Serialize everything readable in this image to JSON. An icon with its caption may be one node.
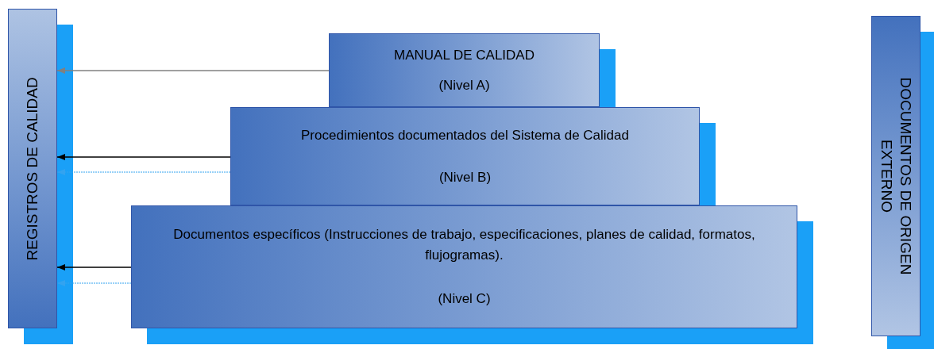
{
  "diagram": {
    "nodes": [
      {
        "text": [
          "REGISTROS DE CALIDAD"
        ]
      },
      {
        "text": [
          "MANUAL DE CALIDAD",
          "(Nivel A)"
        ]
      },
      {
        "text": [
          "Procedimientos documentados del Sistema de Calidad",
          "(Nivel B)"
        ]
      },
      {
        "text": [
          "Documentos específicos (Instrucciones de trabajo, especificaciones, planes de calidad, formatos, flujogramas).",
          "(Nivel C)"
        ]
      },
      {
        "text": [
          "DOCUMENTOS DE ORIGEN EXTERNO"
        ]
      }
    ],
    "edges": [
      {
        "from": 1,
        "to": 0,
        "arrow": "to",
        "color": "#808080"
      },
      {
        "from": 2,
        "to": 0,
        "arrow": "to"
      },
      {
        "from": 2,
        "to": 0,
        "arrow": "to",
        "style": "dashed",
        "color": "#33a3f0"
      },
      {
        "from": 3,
        "to": 0,
        "arrow": "to"
      },
      {
        "from": 3,
        "to": 0,
        "arrow": "to",
        "style": "dashed",
        "color": "#33a3f0"
      }
    ]
  }
}
